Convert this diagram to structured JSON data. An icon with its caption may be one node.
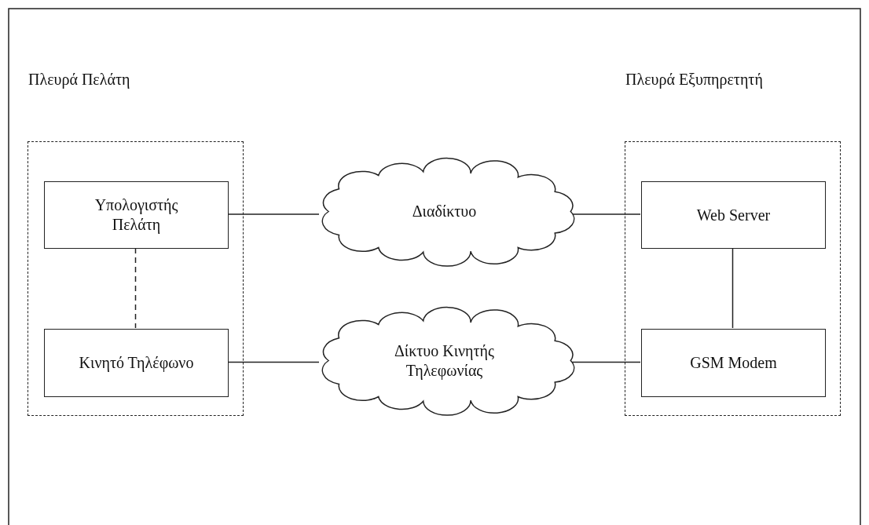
{
  "diagram": {
    "nodes": [
      {
        "text": [
          "Πλευρά Πελάτη"
        ]
      },
      {
        "text": [
          "Υπολογιστής Πελάτη"
        ],
        "in": 0
      },
      {
        "text": [
          "Κινητό Τηλέφωνο"
        ],
        "in": 0
      },
      {
        "text": [
          "Πλευρά Εξυπηρετητή"
        ]
      },
      {
        "text": [
          "Web Server"
        ],
        "in": 3
      },
      {
        "text": [
          "GSM Modem"
        ],
        "in": 3
      },
      {
        "text": [
          "Διαδίκτυο"
        ]
      },
      {
        "text": [
          "Δίκτυο Κινητής Τηλεφωνίας"
        ]
      }
    ],
    "edges": [
      {
        "from": 1,
        "to": 6,
        "arrow": "none"
      },
      {
        "from": 6,
        "to": 4,
        "arrow": "none"
      },
      {
        "from": 2,
        "to": 7,
        "arrow": "none"
      },
      {
        "from": 7,
        "to": 5,
        "arrow": "none"
      },
      {
        "from": 1,
        "to": 2,
        "arrow": "none",
        "style": "dashed"
      },
      {
        "from": 4,
        "to": 5,
        "arrow": "none"
      }
    ]
  }
}
